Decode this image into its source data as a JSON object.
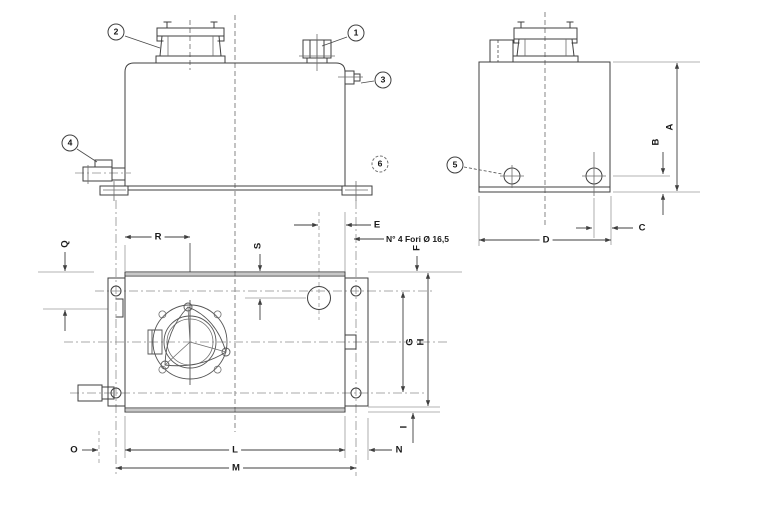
{
  "drawing_colors": {
    "line": "#3f3f3f",
    "thin_line": "#9b9b9b",
    "background": "#ffffff"
  },
  "callouts": {
    "c1": "1",
    "c2": "2",
    "c3": "3",
    "c4": "4",
    "c5": "5",
    "c6": "6"
  },
  "dims": {
    "A": "A",
    "B": "B",
    "C": "C",
    "D": "D",
    "E": "E",
    "F": "F",
    "G": "G",
    "H": "H",
    "I": "I",
    "L": "L",
    "M": "M",
    "N": "N",
    "O": "O",
    "Q": "Q",
    "R": "R",
    "S": "S"
  },
  "notes": {
    "holes": "N° 4 Fori Ø 16,5"
  }
}
